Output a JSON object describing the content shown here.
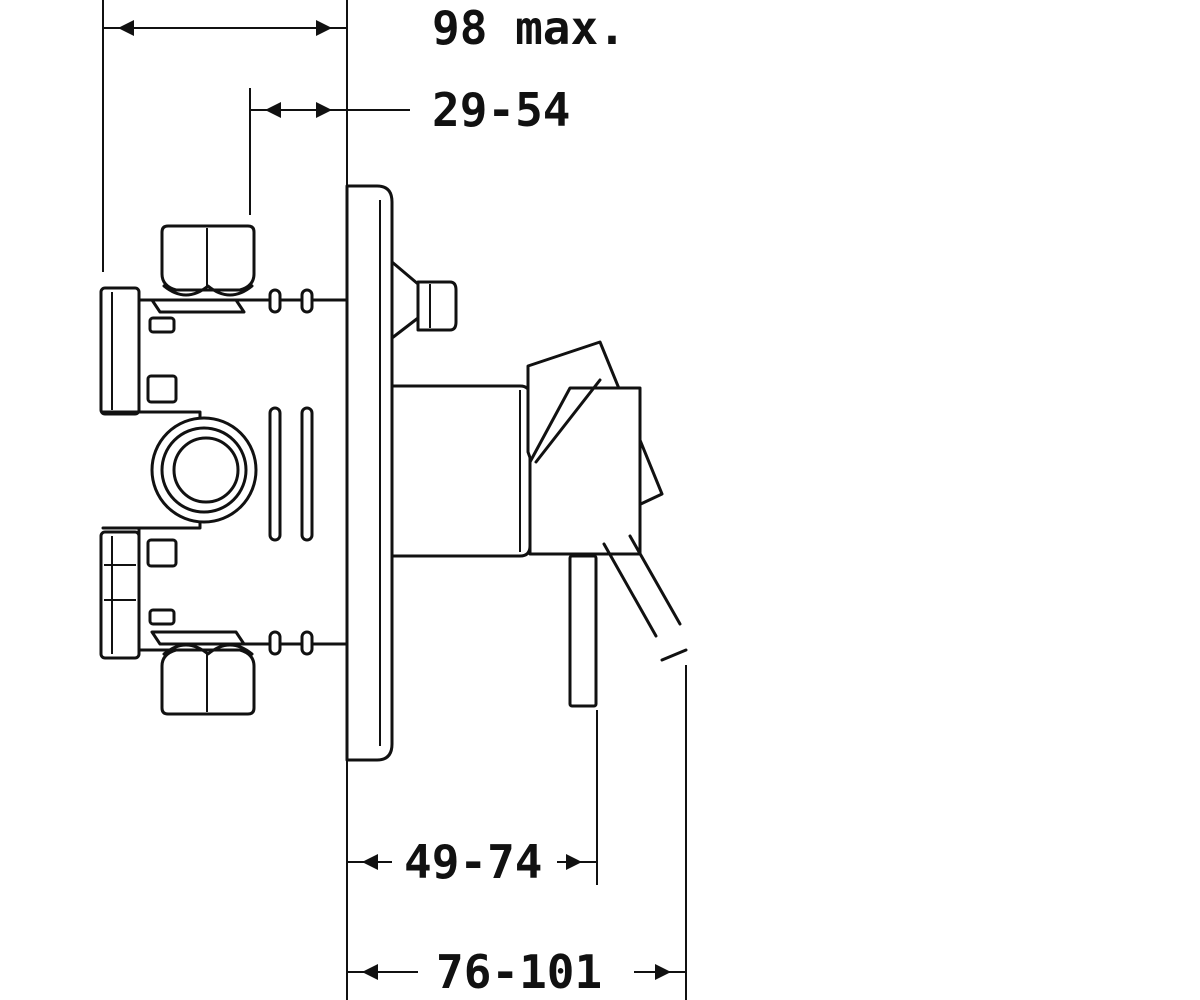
{
  "dimensions": {
    "overall_depth": "98 max.",
    "wall_range": "29-54",
    "lever_range": "49-74",
    "spout_range": "76-101"
  },
  "colors": {
    "line": "#111111",
    "background": "#ffffff"
  }
}
